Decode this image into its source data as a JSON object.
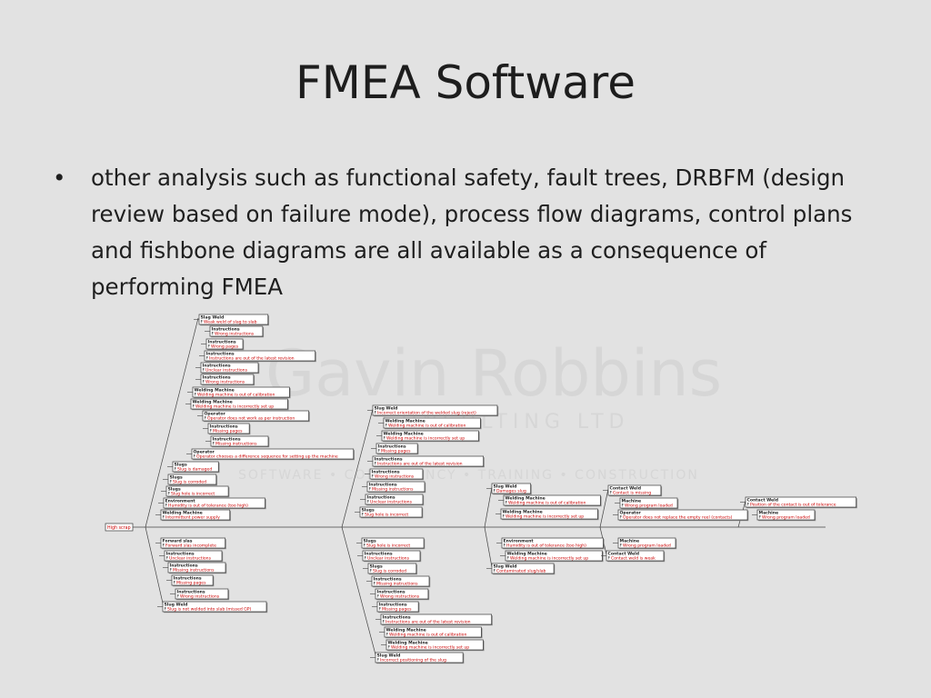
{
  "slide": {
    "title": "FMEA Software",
    "bullet": "•",
    "body": "other analysis such as functional safety, fault trees, DRBFM (design review based on failure mode), process flow diagrams, control plans and fishbone diagrams are all available as a consequence of performing FMEA"
  },
  "watermark": {
    "name": "Gavin Robbins",
    "sub": "CONSULTING LTD",
    "tagline": "SOFTWARE • CONSULTANCY • TRAINING • CONSTRUCTION"
  },
  "diagram": {
    "effect": "High scrap",
    "nodes": [
      {
        "head": "Slag Weld",
        "mode": "Weak weld of slag to slab"
      },
      {
        "head": "Instructions",
        "mode": "Wrong instructions"
      },
      {
        "head": "Instructions",
        "mode": "Wrong pages"
      },
      {
        "head": "Instructions",
        "mode": "Instructions are out of the latest revision"
      },
      {
        "head": "Instructions",
        "mode": "Unclear instructions"
      },
      {
        "head": "Instructions",
        "mode": "Wrong instructions"
      },
      {
        "head": "Welding Machine",
        "mode": "Welding machine is out of calibration"
      },
      {
        "head": "Welding Machine",
        "mode": "Welding machine is incorrectly set up"
      },
      {
        "head": "Operator",
        "mode": "Operator does not work as per instruction"
      },
      {
        "head": "Instructions",
        "mode": "Missing instructions"
      },
      {
        "head": "Instructions",
        "mode": "Missing pages"
      },
      {
        "head": "Operator",
        "mode": "Operator chooses a difference sequence for setting up the machine"
      },
      {
        "head": "Slugs",
        "mode": "Slug is damaged"
      },
      {
        "head": "Slugs",
        "mode": "Slug is corroded"
      },
      {
        "head": "Slugs",
        "mode": "Slug hole is incorrect"
      },
      {
        "head": "Environment",
        "mode": "Humidity is out of tolerance (too high)"
      },
      {
        "head": "Welding Machine",
        "mode": "Intermittent power supply"
      },
      {
        "head": "Forward slas",
        "mode": "Forward slas incomplete"
      },
      {
        "head": "Instructions",
        "mode": "Unclear instructions"
      },
      {
        "head": "Instructions",
        "mode": "Missing instructions"
      },
      {
        "head": "Instructions",
        "mode": "Missing pages"
      },
      {
        "head": "Instructions",
        "mode": "Wrong instructions"
      },
      {
        "head": "Slug Weld",
        "mode": "Slug is not welded into slab (missed GP)"
      },
      {
        "head": "Slug Weld",
        "mode": "Incorrect orientation of the welded slug (reject)"
      },
      {
        "head": "Welding Machine",
        "mode": "Welding machine is out of calibration"
      },
      {
        "head": "Welding Machine",
        "mode": "Welding machine is incorrectly set up"
      },
      {
        "head": "Instructions",
        "mode": "Missing pages"
      },
      {
        "head": "Instructions",
        "mode": "Instructions are out of the latest revision"
      },
      {
        "head": "Instructions",
        "mode": "Wrong instructions"
      },
      {
        "head": "Instructions",
        "mode": "Missing instructions"
      },
      {
        "head": "Instructions",
        "mode": "Unclear instructions"
      },
      {
        "head": "Slugs",
        "mode": "Slug hole is incorrect"
      },
      {
        "head": "Slugs",
        "mode": "Slug hole is incorrect"
      },
      {
        "head": "Instructions",
        "mode": "Unclear instructions"
      },
      {
        "head": "Slugs",
        "mode": "Slug is corroded"
      },
      {
        "head": "Instructions",
        "mode": "Missing instructions"
      },
      {
        "head": "Instructions",
        "mode": "Wrong instructions"
      },
      {
        "head": "Instructions",
        "mode": "Missing pages"
      },
      {
        "head": "Instructions",
        "mode": "Instructions are out of the latest revision"
      },
      {
        "head": "Welding Machine",
        "mode": "Welding machine is out of calibration"
      },
      {
        "head": "Welding Machine",
        "mode": "Welding machine is incorrectly set up"
      },
      {
        "head": "Slug Weld",
        "mode": "Incorrect positioning of the slug"
      },
      {
        "head": "Slug Weld",
        "mode": "Damages slug"
      },
      {
        "head": "Welding Machine",
        "mode": "Welding machine is out of calibration"
      },
      {
        "head": "Welding Machine",
        "mode": "Welding machine is incorrectly set up"
      },
      {
        "head": "Environment",
        "mode": "Humidity is out of tolerance (too high)"
      },
      {
        "head": "Welding Machine",
        "mode": "Welding machine is incorrectly set up"
      },
      {
        "head": "Slug Weld",
        "mode": "Contaminated slug/slab"
      },
      {
        "head": "Contact Weld",
        "mode": "Contact is missing"
      },
      {
        "head": "Machine",
        "mode": "Wrong program loaded"
      },
      {
        "head": "Operator",
        "mode": "Operator does not replace the empty reel (contacts)"
      },
      {
        "head": "Machine",
        "mode": "Wrong program loaded"
      },
      {
        "head": "Contact Weld",
        "mode": "Contact weld is weak"
      },
      {
        "head": "Contact Weld",
        "mode": "Position of the contact is out of tolerance"
      },
      {
        "head": "Machine",
        "mode": "Wrong program loaded"
      }
    ]
  }
}
